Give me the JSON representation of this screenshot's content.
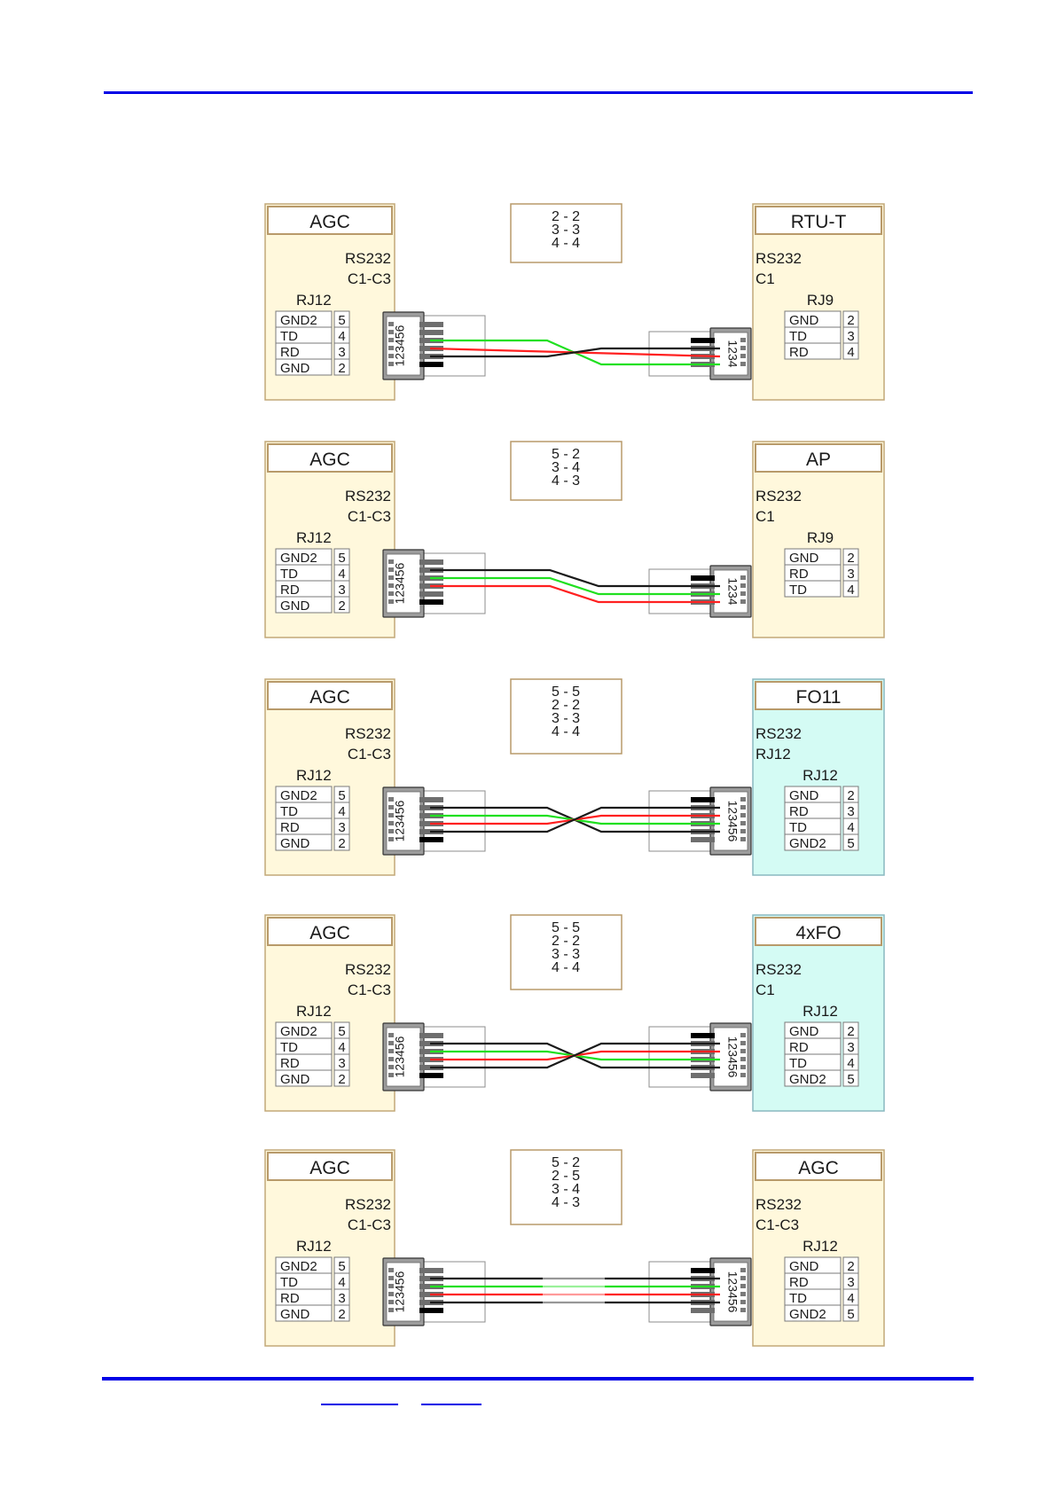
{
  "page": {
    "header_rule_color": "#0000e6",
    "footer_rule_color": "#0000e6",
    "footer_links": [
      {
        "label": ""
      },
      {
        "label": ""
      }
    ]
  },
  "colors": {
    "device_yellow_fill": "#fff8dc",
    "device_yellow_border": "#c2a878",
    "device_cyan_fill": "#d4fbf4",
    "device_cyan_border": "#8ab8c0",
    "title_border": "#b89a6a",
    "wire_black": "#1a1a1a",
    "wire_red": "#ff2020",
    "wire_green": "#20e020",
    "connector_gray": "#9c9c9c"
  },
  "diagrams": [
    {
      "id": "agc-rtu-t",
      "mapping": [
        "2 - 2",
        "3 - 3",
        "4 - 4"
      ],
      "left": {
        "title": "AGC",
        "theme": "yellow",
        "protocol": "RS232",
        "port": "C1-C3",
        "connector": "RJ12",
        "pins": [
          [
            "GND2",
            "5"
          ],
          [
            "TD",
            "4"
          ],
          [
            "RD",
            "3"
          ],
          [
            "GND",
            "2"
          ]
        ],
        "plug_label": "123456"
      },
      "right": {
        "title": "RTU-T",
        "theme": "yellow",
        "protocol": "RS232",
        "port": "C1",
        "connector": "RJ9",
        "pins": [
          [
            "GND",
            "2"
          ],
          [
            "TD",
            "3"
          ],
          [
            "RD",
            "4"
          ]
        ],
        "plug_label": "1234"
      },
      "wiring": "cross-3"
    },
    {
      "id": "agc-ap",
      "mapping": [
        "5 - 2",
        "3 - 4",
        "4 - 3"
      ],
      "left": {
        "title": "AGC",
        "theme": "yellow",
        "protocol": "RS232",
        "port": "C1-C3",
        "connector": "RJ12",
        "pins": [
          [
            "GND2",
            "5"
          ],
          [
            "TD",
            "4"
          ],
          [
            "RD",
            "3"
          ],
          [
            "GND",
            "2"
          ]
        ],
        "plug_label": "123456"
      },
      "right": {
        "title": "AP",
        "theme": "yellow",
        "protocol": "RS232",
        "port": "C1",
        "connector": "RJ9",
        "pins": [
          [
            "GND",
            "2"
          ],
          [
            "RD",
            "3"
          ],
          [
            "TD",
            "4"
          ]
        ],
        "plug_label": "1234"
      },
      "wiring": "shift-down"
    },
    {
      "id": "agc-fo11",
      "mapping": [
        "5 - 5",
        "2 - 2",
        "3 - 3",
        "4 - 4"
      ],
      "left": {
        "title": "AGC",
        "theme": "yellow",
        "protocol": "RS232",
        "port": "C1-C3",
        "connector": "RJ12",
        "pins": [
          [
            "GND2",
            "5"
          ],
          [
            "TD",
            "4"
          ],
          [
            "RD",
            "3"
          ],
          [
            "GND",
            "2"
          ]
        ],
        "plug_label": "123456"
      },
      "right": {
        "title": "FO11",
        "theme": "cyan",
        "protocol": "RS232",
        "port": "RJ12",
        "connector": "RJ12",
        "pins": [
          [
            "GND",
            "2"
          ],
          [
            "RD",
            "3"
          ],
          [
            "TD",
            "4"
          ],
          [
            "GND2",
            "5"
          ]
        ],
        "plug_label": "123456"
      },
      "wiring": "cross-4"
    },
    {
      "id": "agc-4xfo",
      "mapping": [
        "5 - 5",
        "2 - 2",
        "3 - 3",
        "4 - 4"
      ],
      "left": {
        "title": "AGC",
        "theme": "yellow",
        "protocol": "RS232",
        "port": "C1-C3",
        "connector": "RJ12",
        "pins": [
          [
            "GND2",
            "5"
          ],
          [
            "TD",
            "4"
          ],
          [
            "RD",
            "3"
          ],
          [
            "GND",
            "2"
          ]
        ],
        "plug_label": "123456"
      },
      "right": {
        "title": "4xFO",
        "theme": "cyan",
        "protocol": "RS232",
        "port": "C1",
        "connector": "RJ12",
        "pins": [
          [
            "GND",
            "2"
          ],
          [
            "RD",
            "3"
          ],
          [
            "TD",
            "4"
          ],
          [
            "GND2",
            "5"
          ]
        ],
        "plug_label": "123456"
      },
      "wiring": "cross-4"
    },
    {
      "id": "agc-agc",
      "mapping": [
        "5 - 2",
        "2 - 5",
        "3 - 4",
        "4 - 3"
      ],
      "left": {
        "title": "AGC",
        "theme": "yellow",
        "protocol": "RS232",
        "port": "C1-C3",
        "connector": "RJ12",
        "pins": [
          [
            "GND2",
            "5"
          ],
          [
            "TD",
            "4"
          ],
          [
            "RD",
            "3"
          ],
          [
            "GND",
            "2"
          ]
        ],
        "plug_label": "123456"
      },
      "right": {
        "title": "AGC",
        "theme": "yellow",
        "protocol": "RS232",
        "port": "C1-C3",
        "connector": "RJ12",
        "pins": [
          [
            "GND",
            "2"
          ],
          [
            "RD",
            "3"
          ],
          [
            "TD",
            "4"
          ],
          [
            "GND2",
            "5"
          ]
        ],
        "plug_label": "123456"
      },
      "wiring": "straight-fade"
    }
  ]
}
